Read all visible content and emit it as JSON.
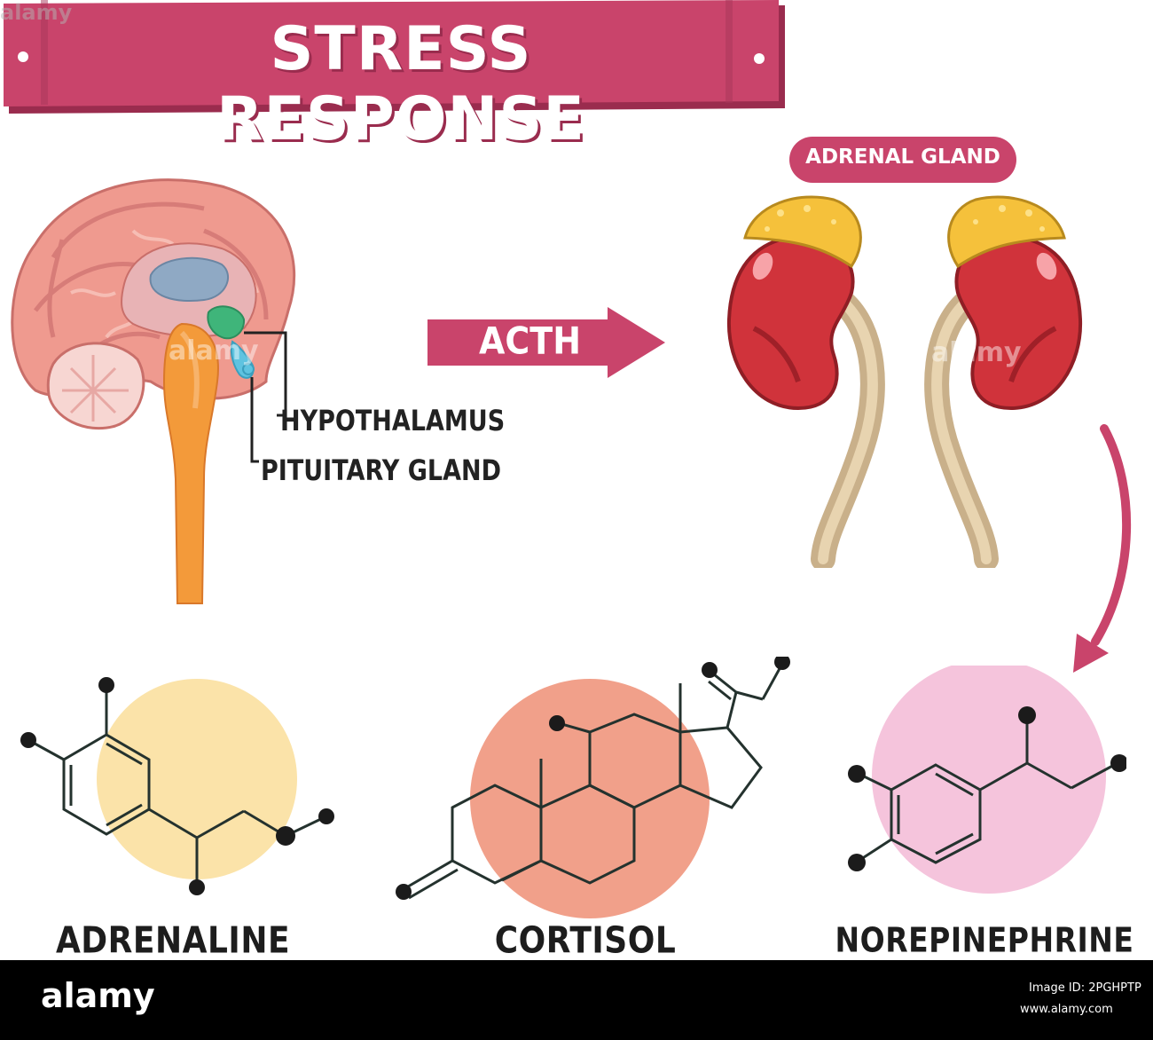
{
  "title": "STRESS RESPONSE",
  "brain_labels": {
    "hypothalamus": "HYPOTHALAMUS",
    "pituitary": "PITUITARY GLAND"
  },
  "arrow_label": "ACTH",
  "adrenal_label": "ADRENAL GLAND",
  "hormones": {
    "adrenaline": "ADRENALINE",
    "cortisol": "CORTISOL",
    "norepinephrine": "NOREPINEPHRINE"
  },
  "footer": {
    "brand": "alamy",
    "image_id": "Image ID: 2PGHPTP",
    "site": "www.alamy.com"
  },
  "watermark": "alamy",
  "colors": {
    "banner": "#c9446b",
    "banner_dark": "#9a2c4e",
    "adrenaline_circle": "#fbe3a9",
    "cortisol_circle": "#f1a08a",
    "norepinephrine_circle": "#f5c4dc",
    "molecule": "#24322e"
  }
}
